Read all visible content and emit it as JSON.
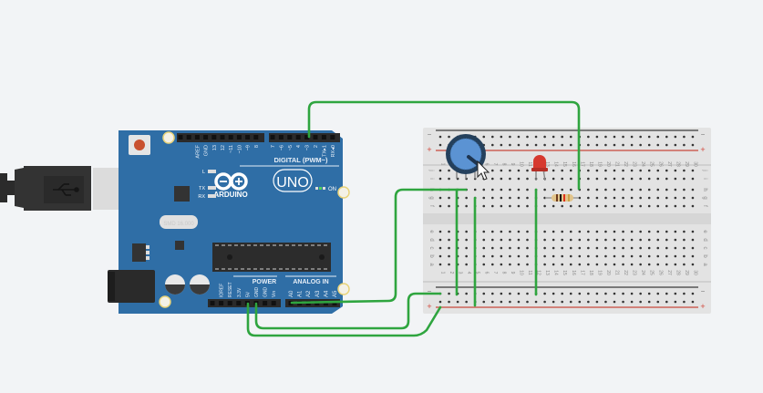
{
  "workspace": {
    "background_color": "#f2f4f6",
    "wire_color": "#2fa53f"
  },
  "arduino": {
    "brand": "ARDUINO",
    "model": "UNO",
    "board_color": "#2f6ea6",
    "digital_header_label": "DIGITAL (PWM~)",
    "digital_pins": [
      "AREF",
      "GND",
      "13",
      "12",
      "~11",
      "~10",
      "~9",
      "8",
      "7",
      "~6",
      "~5",
      "4",
      "~3",
      "2",
      "TX▸1",
      "RX◂0"
    ],
    "power_header_label": "POWER",
    "power_pins": [
      "IOREF",
      "RESET",
      "3.3V",
      "5V",
      "GND",
      "GND",
      "Vin"
    ],
    "analog_header_label": "ANALOG IN",
    "analog_pins": [
      "A0",
      "A1",
      "A2",
      "A3",
      "A4",
      "A5"
    ],
    "led_labels": [
      "L",
      "TX",
      "RX"
    ],
    "on_label": "ON",
    "crystal_label": "SMD 16.000"
  },
  "usb_cable": {
    "icon": "usb-icon"
  },
  "breadboard": {
    "rail_minus": "−",
    "rail_plus": "+",
    "rows_top": [
      "j",
      "i",
      "h",
      "g",
      "f"
    ],
    "rows_bottom": [
      "e",
      "d",
      "c",
      "b",
      "a"
    ],
    "column_count": 30
  },
  "components": {
    "potentiometer": {
      "name": "Potentiometer",
      "knob_color": "#5b93d3"
    },
    "led": {
      "name": "LED",
      "color": "#d6392f"
    },
    "resistor": {
      "name": "Resistor",
      "bands": [
        "#6b3a1f",
        "#111111",
        "#e0321e",
        "#c9a24a"
      ]
    }
  },
  "cursor": {
    "icon": "pointer-cursor-icon"
  }
}
